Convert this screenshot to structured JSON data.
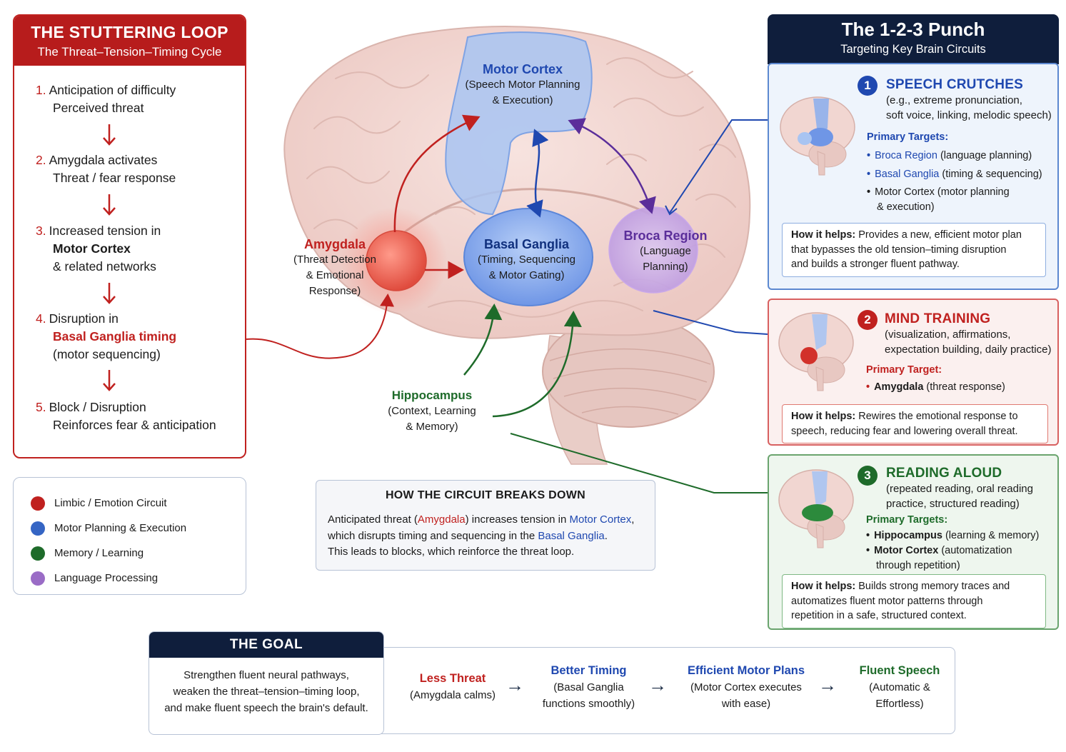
{
  "colors": {
    "red": "#c0211f",
    "blue": "#1f48b0",
    "green": "#1e6b2a",
    "purple": "#7a4ca8",
    "navy": "#0f1e3c"
  },
  "loop": {
    "title": "THE STUTTERING LOOP",
    "subtitle": "The Threat–Tension–Timing Cycle",
    "steps": [
      {
        "num": "1.",
        "line1": "Anticipation of difficulty",
        "line2": "Perceived threat"
      },
      {
        "num": "2.",
        "line1": "Amygdala activates",
        "line2": "Threat / fear response"
      },
      {
        "num": "3.",
        "line1": "Increased tension in",
        "line2": "Motor Cortex",
        "line3": "& related networks"
      },
      {
        "num": "4.",
        "line1": "Disruption in",
        "line2": "Basal Ganglia timing",
        "line3": "(motor sequencing)"
      },
      {
        "num": "5.",
        "line1": "Block / Disruption",
        "line2": "Reinforces fear & anticipation"
      }
    ]
  },
  "legend": [
    {
      "label": "Limbic / Emotion Circuit",
      "color": "#c0211f"
    },
    {
      "label": "Motor Planning & Execution",
      "color": "#3565c4"
    },
    {
      "label": "Memory / Learning",
      "color": "#1e6b2a"
    },
    {
      "label": "Language Processing",
      "color": "#9a6cc6"
    }
  ],
  "brain": {
    "motor_cortex": {
      "title": "Motor Cortex",
      "line1": "(Speech Motor Planning",
      "line2": "& Execution)"
    },
    "amygdala": {
      "title": "Amygdala",
      "line1": "(Threat Detection",
      "line2": "& Emotional",
      "line3": "Response)"
    },
    "basal_ganglia": {
      "title": "Basal Ganglia",
      "line1": "(Timing, Sequencing",
      "line2": "& Motor Gating)"
    },
    "broca": {
      "title": "Broca Region",
      "line1": "(Language",
      "line2": "Planning)"
    },
    "hippocampus": {
      "title": "Hippocampus",
      "line1": "(Context, Learning",
      "line2": "& Memory)"
    }
  },
  "breakdown": {
    "title": "HOW THE CIRCUIT BREAKS DOWN",
    "t1": "Anticipated threat (",
    "t_amygdala": "Amygdala",
    "t2": ") increases tension in ",
    "t_motor": "Motor Cortex",
    "t3": ",",
    "t4": "which disrupts timing and sequencing in the ",
    "t_basal": "Basal Ganglia",
    "t5": ".",
    "t6": "This leads to blocks, which reinforce the threat loop."
  },
  "punch": {
    "title": "The 1-2-3 Punch",
    "subtitle": "Targeting Key Brain Circuits",
    "cards": [
      {
        "num": "1",
        "title": "SPEECH CRUTCHES",
        "desc1": "(e.g., extreme pronunciation,",
        "desc2": "soft voice, linking, melodic speech)",
        "targets_label": "Primary Targets:",
        "targets": [
          {
            "name": "Broca Region",
            "detail": " (language planning)"
          },
          {
            "name": "Basal Ganglia",
            "detail": " (timing & sequencing)"
          },
          {
            "name": "Motor Cortex",
            "detail": " (motor planning",
            "detail2": "& execution)"
          }
        ],
        "helps_label": "How it helps:",
        "helps1": " Provides a new, efficient motor plan",
        "helps2": "that bypasses the old tension–timing disruption",
        "helps3": "and builds a stronger fluent pathway."
      },
      {
        "num": "2",
        "title": "MIND TRAINING",
        "desc1": "(visualization, affirmations,",
        "desc2": "expectation building, daily practice)",
        "targets_label": "Primary Target:",
        "targets": [
          {
            "name": "Amygdala",
            "detail": " (threat response)"
          }
        ],
        "helps_label": "How it helps:",
        "helps1": " Rewires the emotional response to",
        "helps2": "speech, reducing fear and lowering overall threat."
      },
      {
        "num": "3",
        "title": "READING ALOUD",
        "desc1": "(repeated reading, oral reading",
        "desc2": "practice, structured reading)",
        "targets_label": "Primary Targets:",
        "targets": [
          {
            "name": "Hippocampus",
            "detail": " (learning & memory)"
          },
          {
            "name": "Motor Cortex",
            "detail": " (automatization",
            "detail2": "through repetition)"
          }
        ],
        "helps_label": "How it helps:",
        "helps1": " Builds strong memory traces and",
        "helps2": "automatizes fluent motor patterns through",
        "helps3": "repetition in a safe, structured context."
      }
    ]
  },
  "goal": {
    "title": "THE GOAL",
    "line1": "Strengthen fluent neural pathways,",
    "line2": "weaken the threat–tension–timing loop,",
    "line3": "and make fluent speech the brain's default.",
    "steps": [
      {
        "title": "Less Threat",
        "line1": "(Amygdala calms)",
        "line2": ""
      },
      {
        "title": "Better Timing",
        "line1": "(Basal Ganglia",
        "line2": "functions smoothly)"
      },
      {
        "title": "Efficient Motor Plans",
        "line1": "(Motor Cortex executes",
        "line2": "with ease)"
      },
      {
        "title": "Fluent Speech",
        "line1": "(Automatic &",
        "line2": "Effortless)"
      }
    ]
  }
}
